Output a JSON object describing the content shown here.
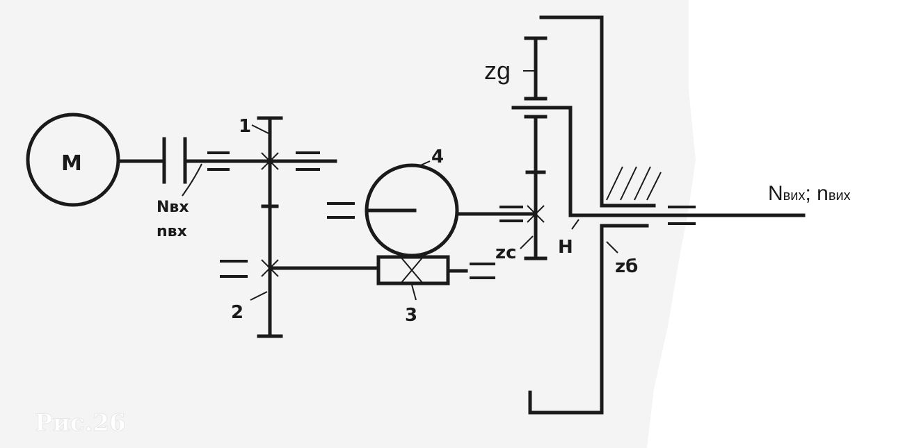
{
  "figure": {
    "caption": "Рис.26",
    "motor_label": "M",
    "input_label_top": "Nвх",
    "input_label_bottom": "nвх",
    "gear_1": "1",
    "gear_2": "2",
    "gear_3": "3",
    "gear_4": "4",
    "gear_zg": "zg",
    "gear_zc": "zc",
    "gear_zb": "zб",
    "carrier_h": "H",
    "output_main": "N",
    "output_main_sub": "вих",
    "output_sep": "; n",
    "output_sub2": "вих"
  }
}
